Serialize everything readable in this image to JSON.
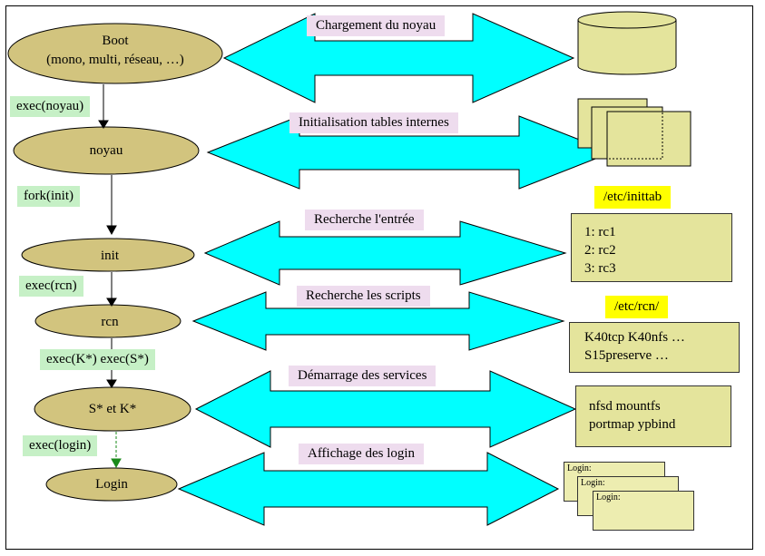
{
  "stages": [
    {
      "node": [
        "Boot",
        "(mono, multi, réseau, …)"
      ],
      "action": "Chargement du noyau"
    },
    {
      "node": [
        "noyau"
      ],
      "action": "Initialisation tables internes"
    },
    {
      "node": [
        "init"
      ],
      "action": "Recherche l'entrée"
    },
    {
      "node": [
        "rcn"
      ],
      "action": "Recherche les scripts"
    },
    {
      "node": [
        "S* et K*"
      ],
      "action": "Démarrage des services"
    },
    {
      "node": [
        "Login"
      ],
      "action": "Affichage des login"
    }
  ],
  "transitions": [
    "exec(noyau)",
    "fork(init)",
    "exec(rcn)",
    "exec(K*) exec(S*)",
    "exec(login)"
  ],
  "inittab": {
    "title": "/etc/inittab",
    "lines": [
      "1: rc1",
      "2: rc2",
      "3: rc3"
    ]
  },
  "rcn": {
    "title": "/etc/rcn/",
    "lines": [
      "K40tcp K40nfs  …",
      "S15preserve  …"
    ]
  },
  "services": {
    "lines": [
      "nfsd  mountfs",
      "portmap ypbind"
    ]
  },
  "login_windows": [
    "Login:",
    "Login:",
    "Login:"
  ],
  "colors": {
    "ellipse": "#d2c47e",
    "arrow": "#00ffff",
    "label": "#eedcee",
    "green": "#c6f0c6",
    "yellow": "#ffff00",
    "box": "#e4e49c"
  }
}
